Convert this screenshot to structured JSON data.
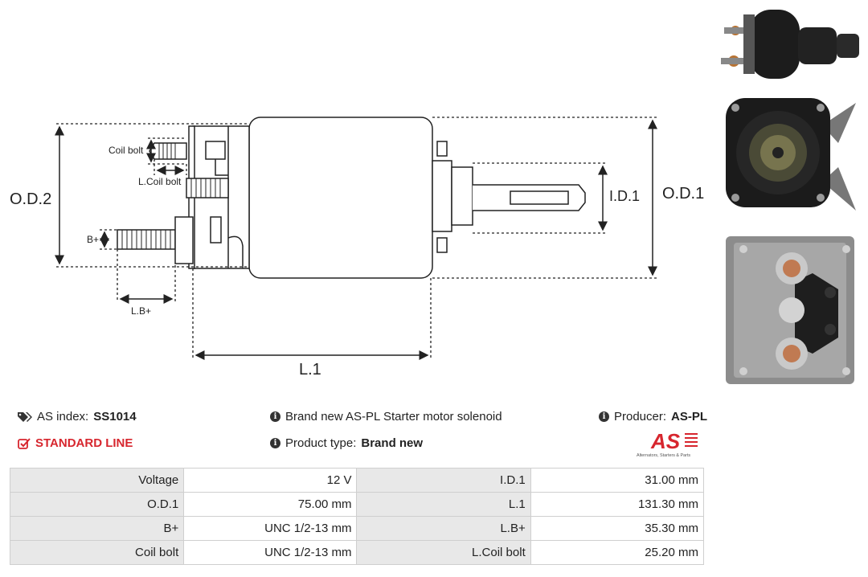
{
  "drawing": {
    "labels": {
      "od2": "O.D.2",
      "od1": "O.D.1",
      "id1": "I.D.1",
      "l1": "L.1",
      "coil_bolt": "Coil bolt",
      "l_coil_bolt": "L.Coil bolt",
      "b_plus": "B+",
      "l_b_plus": "L.B+"
    }
  },
  "info": {
    "as_index_label": "AS index:",
    "as_index_value": "SS1014",
    "standard_line": "STANDARD LINE",
    "description": "Brand new AS-PL Starter motor solenoid",
    "product_type_label": "Product type:",
    "product_type_value": "Brand new",
    "producer_label": "Producer:",
    "producer_value": "AS-PL"
  },
  "logo": {
    "text": "AS",
    "tagline": "Alternators, Starters & Parts",
    "color": "#d7262e"
  },
  "icons": {
    "tags": "tags-icon",
    "info": "info-icon",
    "check": "check-square-icon"
  },
  "specs": [
    {
      "k1": "Voltage",
      "v1": "12 V",
      "k2": "I.D.1",
      "v2": "31.00 mm"
    },
    {
      "k1": "O.D.1",
      "v1": "75.00 mm",
      "k2": "L.1",
      "v2": "131.30 mm"
    },
    {
      "k1": "B+",
      "v1": "UNC 1/2-13 mm",
      "k2": "L.B+",
      "v2": "35.30 mm"
    },
    {
      "k1": "Coil bolt",
      "v1": "UNC 1/2-13 mm",
      "k2": "L.Coil bolt",
      "v2": "25.20 mm"
    }
  ]
}
